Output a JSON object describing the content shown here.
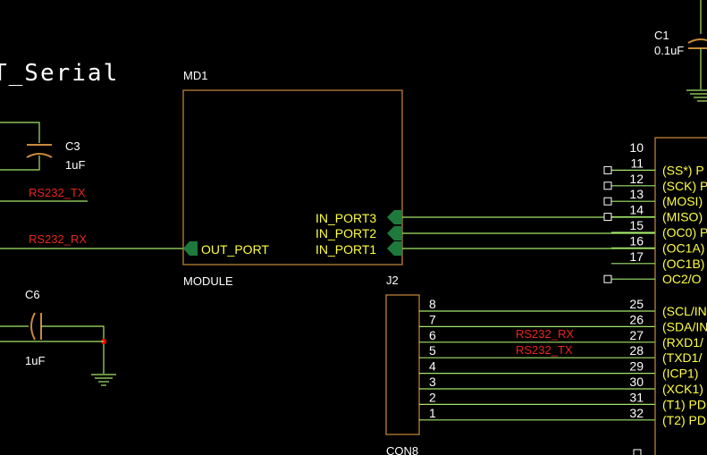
{
  "sheet_title": "T_Serial",
  "colors": {
    "background": "#000000",
    "wire": "#a3e66a",
    "part_outline": "#c98a3a",
    "label_white": "#ffffff",
    "net_red": "#e8261f",
    "port_yellow": "#ffff40",
    "port_fill": "#1d7a3c",
    "junction": "#ff0000",
    "pin_box": "#ffffff"
  },
  "components": {
    "c1": {
      "ref": "C1",
      "value": "0.1uF"
    },
    "c3": {
      "ref": "C3",
      "value": "1uF"
    },
    "c6": {
      "ref": "C6",
      "value": "1uF"
    },
    "md1": {
      "ref": "MD1",
      "name": "MODULE",
      "ports": [
        "IN_PORT3",
        "IN_PORT2",
        "IN_PORT1",
        "OUT_PORT"
      ]
    },
    "j2": {
      "ref": "J2",
      "name": "CON8",
      "pins": [
        "8",
        "7",
        "6",
        "5",
        "4",
        "3",
        "2",
        "1"
      ]
    }
  },
  "net_labels": {
    "rs232_tx_left": "RS232_TX",
    "rs232_rx_left": "RS232_RX",
    "rs232_rx_mid": "RS232_RX",
    "rs232_tx_mid": "RS232_TX"
  },
  "mcu": {
    "pins_top": [
      {
        "num": "10",
        "name": ""
      },
      {
        "num": "11",
        "name": "(SS*) P"
      },
      {
        "num": "12",
        "name": "(SCK) P"
      },
      {
        "num": "13",
        "name": "(MOSI)"
      },
      {
        "num": "14",
        "name": "(MISO)"
      },
      {
        "num": "15",
        "name": "(OC0) P"
      },
      {
        "num": "16",
        "name": "(OC1A)"
      },
      {
        "num": "17",
        "name": "(OC1B)"
      },
      {
        "num": "",
        "name": "OC2/O"
      }
    ],
    "pins_bottom": [
      {
        "num": "25",
        "name": "(SCL/IN"
      },
      {
        "num": "26",
        "name": "(SDA/IN"
      },
      {
        "num": "27",
        "name": "(RXD1/"
      },
      {
        "num": "28",
        "name": "(TXD1/"
      },
      {
        "num": "29",
        "name": "(ICP1)"
      },
      {
        "num": "30",
        "name": "(XCK1)"
      },
      {
        "num": "31",
        "name": "(T1) PD"
      },
      {
        "num": "32",
        "name": "(T2) PD"
      }
    ]
  }
}
